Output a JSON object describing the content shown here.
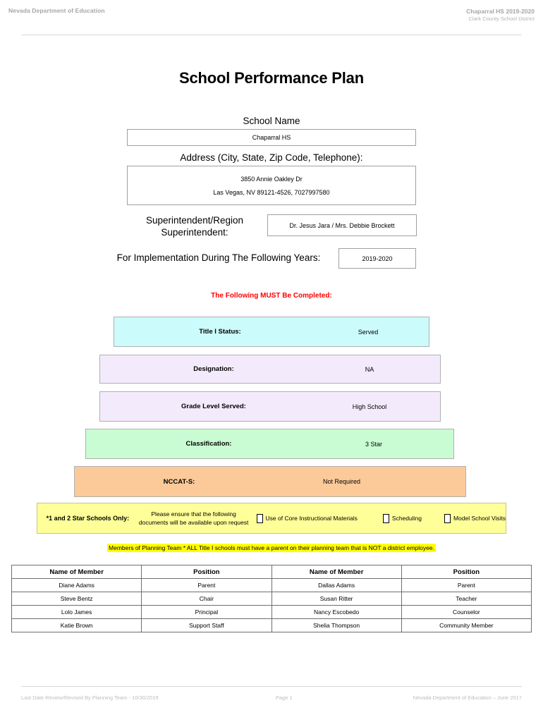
{
  "header": {
    "left": "Nevada Department of Education",
    "right_line1": "Chaparral HS  2019-2020",
    "right_line2": "Clark County School District"
  },
  "title": "School Performance Plan",
  "fields": {
    "school_name_label": "School Name",
    "school_name_value": "Chaparral HS",
    "address_label": "Address (City, State, Zip Code, Telephone):",
    "address_line1": "3850 Annie Oakley Dr",
    "address_line2": "Las Vegas, NV  89121-4526, 7027997580",
    "superintendent_label": "Superintendent/Region Superintendent:",
    "superintendent_value": "Dr. Jesus Jara / Mrs. Debbie Brockett",
    "years_label": "For Implementation During The Following Years:",
    "years_value": "2019-2020"
  },
  "must_complete_notice": "The Following MUST Be Completed:",
  "status_bars": [
    {
      "label": "Title I Status:",
      "value": "Served",
      "color": "#ccfbfb"
    },
    {
      "label": "Designation:",
      "value": "NA",
      "color": "#f3ebfc"
    },
    {
      "label": "Grade Level Served:",
      "value": "High School",
      "color": "#f3ebfc"
    },
    {
      "label": "Classification:",
      "value": "3 Star",
      "color": "#c9fcd2"
    },
    {
      "label": "NCCAT-S:",
      "value": "Not Required",
      "color": "#fcca99"
    }
  ],
  "star_schools": {
    "label": "*1 and 2 Star Schools Only:",
    "ensure_line1": "Please ensure that the following",
    "ensure_line2": "documents will be available upon request",
    "checkboxes": [
      {
        "label": "Use of Core Instructional Materials",
        "checked": false
      },
      {
        "label": "Scheduling",
        "checked": false
      },
      {
        "label": "Model School Visits",
        "checked": false
      }
    ],
    "highlight_color": "#ffff99"
  },
  "team_notice": "Members of Planning Team * ALL Title I schools must have a parent on their planning team that is NOT a district employee.",
  "members_table": {
    "headers": [
      "Name of Member",
      "Position",
      "Name of Member",
      "Position"
    ],
    "rows": [
      [
        "Diane Adams",
        "Parent",
        "Dallas Adams",
        "Parent"
      ],
      [
        "Steve Bentz",
        "Chair",
        "Susan Ritter",
        "Teacher"
      ],
      [
        "Lolo James",
        "Principal",
        "Nancy Escobedo",
        "Counselor"
      ],
      [
        "Katie Brown",
        "Support Staff",
        "Shelia Thompson",
        "Community Member"
      ]
    ]
  },
  "footer": {
    "left": "Last Date Review/Revised By Planning Team - 10/30/2019",
    "center": "Page 1",
    "right": "Nevada Department of Education – June 2017"
  }
}
